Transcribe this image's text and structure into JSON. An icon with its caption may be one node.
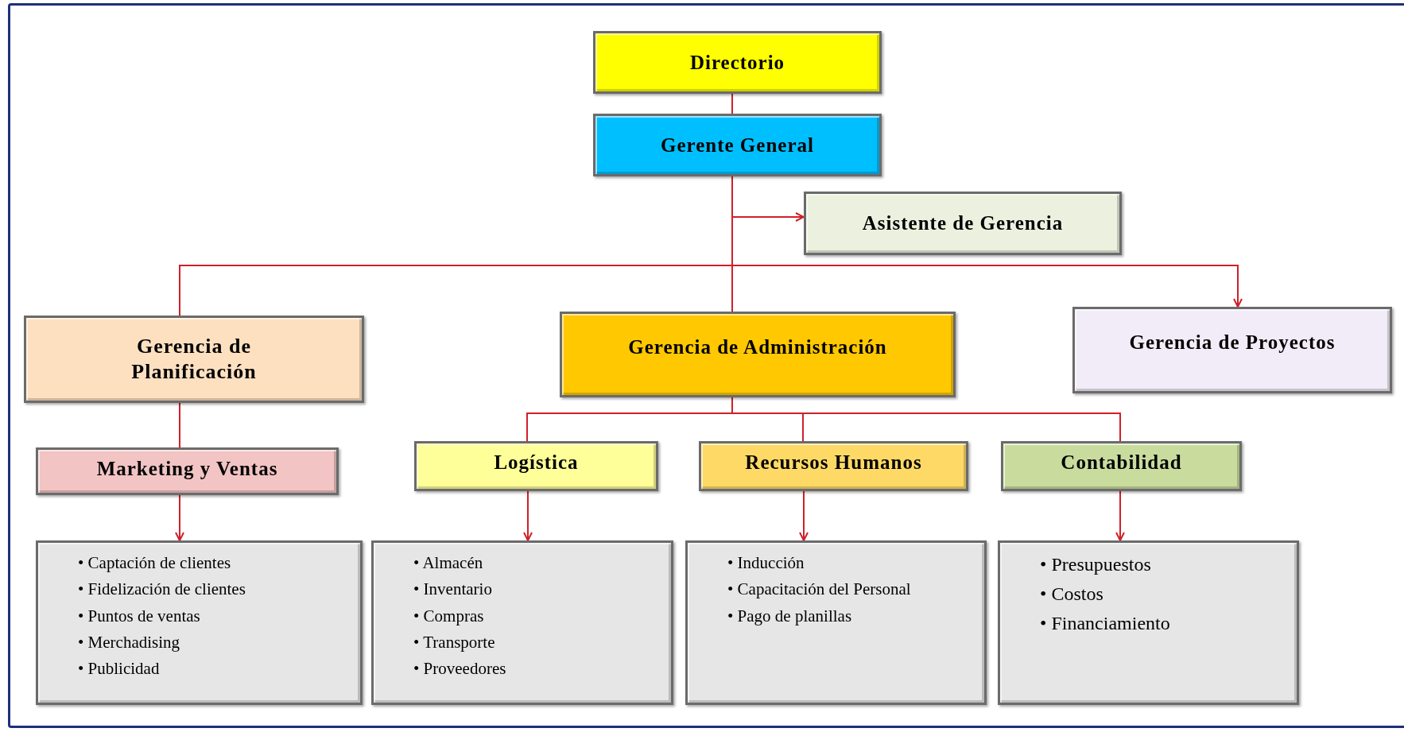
{
  "diagram": {
    "nodes": [
      {
        "text": [
          "Directorio"
        ]
      },
      {
        "text": [
          "Gerente General"
        ]
      },
      {
        "text": [
          "Asistente de Gerencia"
        ]
      },
      {
        "text": [
          "Gerencia de Planificación"
        ]
      },
      {
        "text": [
          "Gerencia de Administración"
        ]
      },
      {
        "text": [
          "Gerencia de Proyectos"
        ]
      },
      {
        "text": [
          "Marketing y Ventas"
        ]
      },
      {
        "text": [
          "Logística"
        ]
      },
      {
        "text": [
          "Recursos Humanos"
        ]
      },
      {
        "text": [
          "Contabilidad"
        ]
      },
      {
        "text": [
          "• Captación de clientes",
          "• Fidelización de clientes",
          "• Puntos de ventas",
          "• Merchadising",
          "• Publicidad"
        ]
      },
      {
        "text": [
          "• Almacén",
          "• Inventario",
          "• Compras",
          "• Transporte",
          "• Proveedores"
        ]
      },
      {
        "text": [
          "• Inducción",
          "• Capacitación del Personal",
          "• Pago de planillas"
        ]
      },
      {
        "text": [
          "• Presupuestos",
          "• Costos",
          "• Financiamiento"
        ]
      }
    ],
    "edges": [
      {
        "from": 0,
        "to": 1,
        "arrow": "none"
      },
      {
        "from": 1,
        "to": 2,
        "arrow": "to"
      },
      {
        "from": 1,
        "to": 3,
        "arrow": "none"
      },
      {
        "from": 1,
        "to": 4,
        "arrow": "none"
      },
      {
        "from": 1,
        "to": 5,
        "arrow": "to"
      },
      {
        "from": 3,
        "to": 6,
        "arrow": "none"
      },
      {
        "from": 4,
        "to": 7,
        "arrow": "none"
      },
      {
        "from": 4,
        "to": 8,
        "arrow": "none"
      },
      {
        "from": 4,
        "to": 9,
        "arrow": "none"
      },
      {
        "from": 6,
        "to": 10,
        "arrow": "to"
      },
      {
        "from": 7,
        "to": 11,
        "arrow": "to"
      },
      {
        "from": 8,
        "to": 12,
        "arrow": "to"
      },
      {
        "from": 9,
        "to": 13,
        "arrow": "to"
      }
    ]
  }
}
